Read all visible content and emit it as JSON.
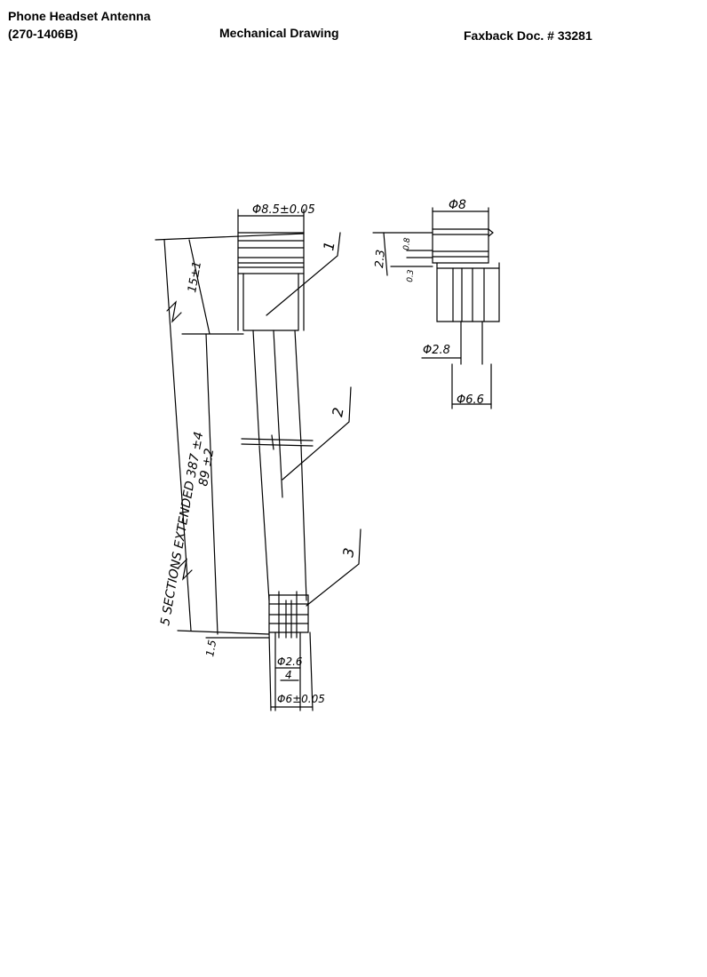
{
  "header": {
    "title_line1": "Phone Headset Antenna",
    "title_line2": "(270-1406B)",
    "subtitle": "Mechanical Drawing",
    "doc_number": "Faxback Doc. # 33281"
  },
  "drawing": {
    "main_view": {
      "top_diameter": "Φ8.5±0.05",
      "top_length": "15±1",
      "overall": "5 SECTIONS   EXTENDED 387 ±4",
      "mid_length": "89 ±2",
      "bottom_offset": "1.5",
      "bottom_bore": "Φ2.6",
      "bottom_width": "4",
      "bottom_diameter": "Φ6±0.05",
      "callout_1": "1",
      "callout_2": "2",
      "callout_3": "3"
    },
    "detail_view": {
      "top_diameter": "Φ8",
      "height": "2.3",
      "groove_1": "0.8",
      "groove_2": "0.3",
      "pin_diameter": "Φ2.8",
      "body_diameter": "Φ6.6"
    }
  }
}
